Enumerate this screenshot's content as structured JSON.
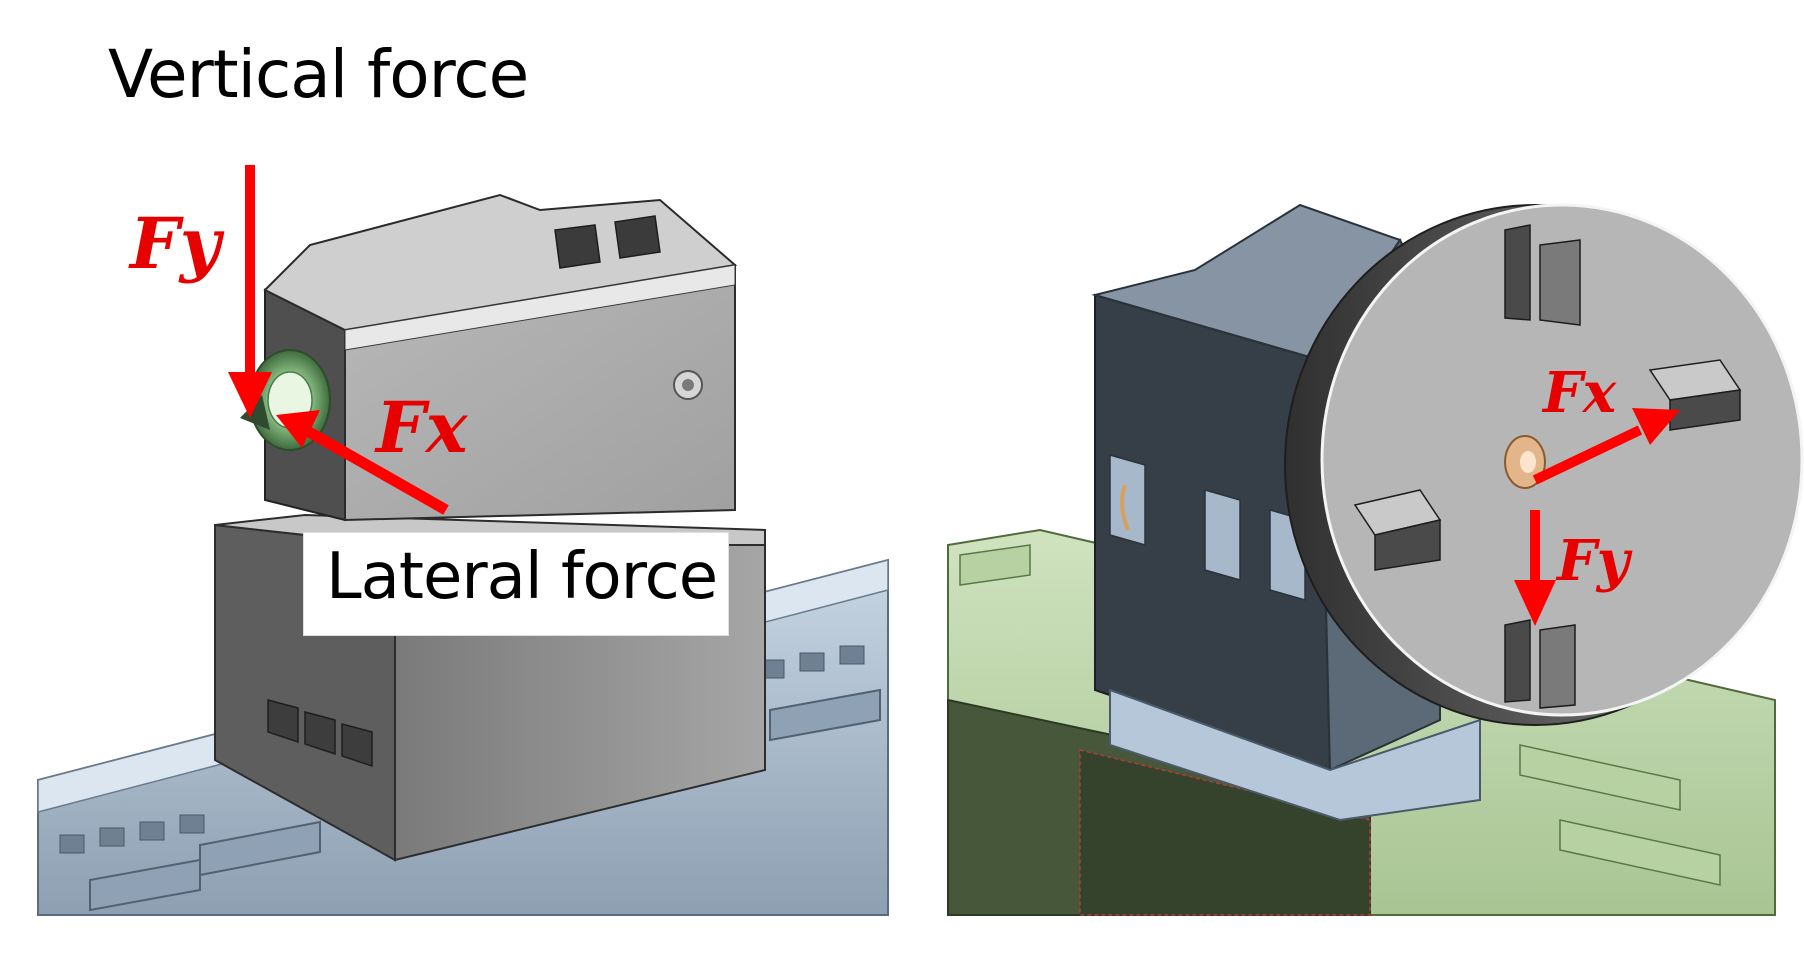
{
  "labels": {
    "vertical_force": "Vertical force",
    "lateral_force": "Lateral force"
  },
  "left_panel": {
    "fy": "Fy",
    "fx": "Fx"
  },
  "right_panel": {
    "fx": "Fx",
    "fy": "Fy"
  },
  "colors": {
    "force_arrow": "#ff0000",
    "left_rail": "#aebfd0",
    "left_housing": "#a9a9a9",
    "right_bed": "#c5dcb3",
    "right_housing": "#3c4650",
    "right_disc": "#b4b4b4"
  }
}
